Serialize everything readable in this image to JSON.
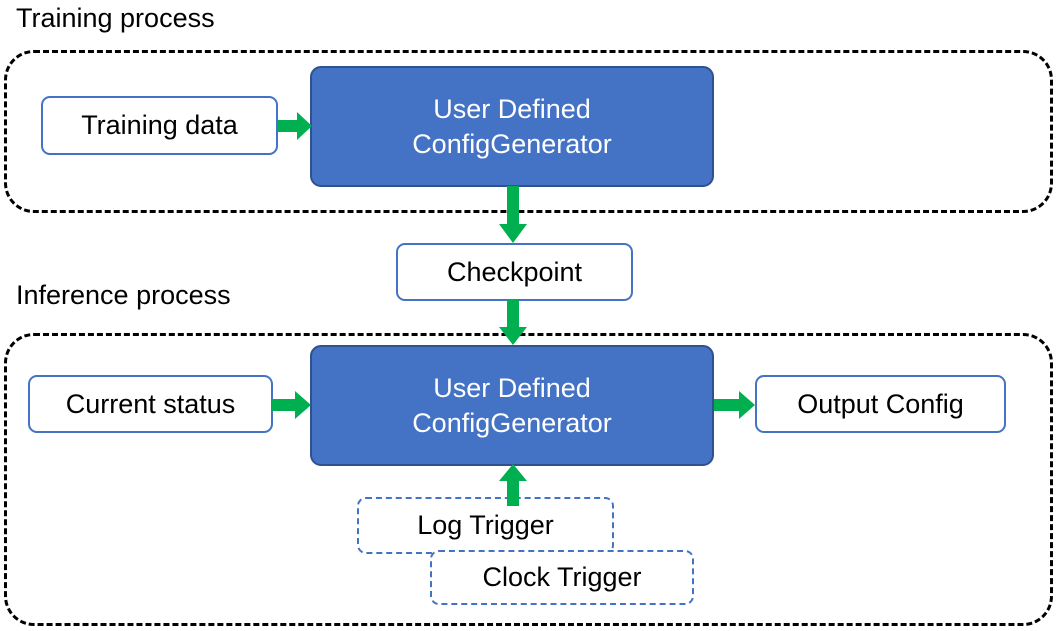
{
  "diagram": {
    "title_training": "Training process",
    "title_inference": "Inference process",
    "colors": {
      "accent_blue_fill": "#4472C4",
      "accent_blue_border": "#2F528F",
      "node_border_blue": "#4472C4",
      "arrow_green": "#00B050",
      "container_dash": "#000000",
      "background": "#FFFFFF"
    },
    "nodes": {
      "training_data": "Training data",
      "generator_training_line1": "User Defined",
      "generator_training_line2": "ConfigGenerator",
      "checkpoint": "Checkpoint",
      "current_status": "Current status",
      "generator_inference_line1": "User Defined",
      "generator_inference_line2": "ConfigGenerator",
      "output_config": "Output Config",
      "log_trigger": "Log Trigger",
      "clock_trigger": "Clock Trigger"
    },
    "arrows": [
      {
        "name": "training-data-to-generator",
        "direction": "right"
      },
      {
        "name": "generator-to-checkpoint",
        "direction": "down"
      },
      {
        "name": "checkpoint-to-generator",
        "direction": "down"
      },
      {
        "name": "current-status-to-generator",
        "direction": "right"
      },
      {
        "name": "generator-to-output-config",
        "direction": "right"
      },
      {
        "name": "triggers-to-generator",
        "direction": "up"
      }
    ]
  }
}
